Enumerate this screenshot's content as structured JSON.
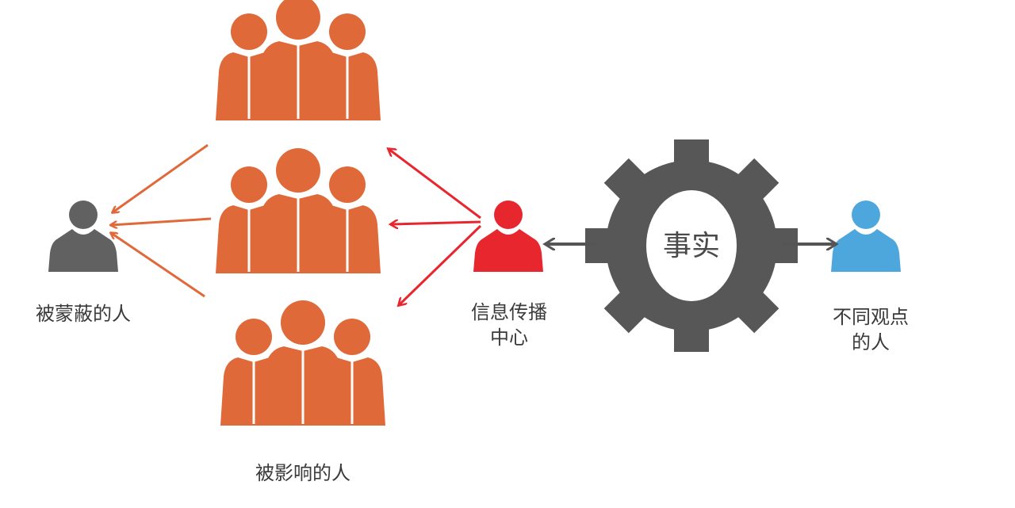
{
  "colors": {
    "group": "#e0693a",
    "broadcaster": "#e8262d",
    "deceived": "#616161",
    "different_view": "#4da7dc",
    "gear": "#575757",
    "arrow_orange": "#e0693a",
    "arrow_red": "#e8262d",
    "arrow_gray": "#555555",
    "text": "#3a3a3a"
  },
  "labels": {
    "deceived": "被蒙蔽的人",
    "influenced": "被影响的人",
    "broadcaster_line1": "信息传播",
    "broadcaster_line2": "中心",
    "different_line1": "不同观点",
    "different_line2": "的人",
    "fact": "事实"
  },
  "icons": {
    "group": "people-group-icon",
    "person": "person-icon",
    "gear": "gear-icon",
    "arrow": "arrow-icon"
  }
}
